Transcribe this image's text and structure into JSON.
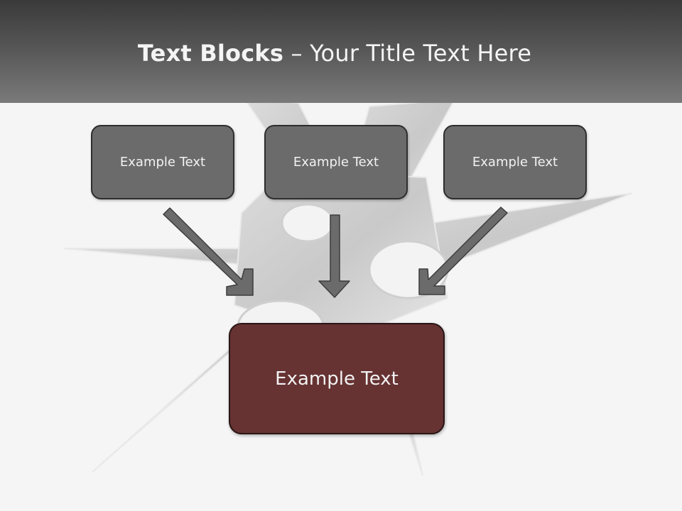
{
  "header": {
    "title_bold": "Text Blocks",
    "title_separator": " – ",
    "title_rest": "Your Title Text Here"
  },
  "blocks": [
    {
      "label": "Example Text"
    },
    {
      "label": "Example Text"
    },
    {
      "label": "Example Text"
    }
  ],
  "target": {
    "label": "Example Text"
  },
  "colors": {
    "header_dark": "#3a3a3a",
    "header_light": "#7a7a7a",
    "block_fill": "#6b6b6b",
    "target_fill": "#663232",
    "arrow_fill": "#6b6b6b",
    "background": "#f5f5f5"
  },
  "background_image": "shuriken-throwing-star"
}
